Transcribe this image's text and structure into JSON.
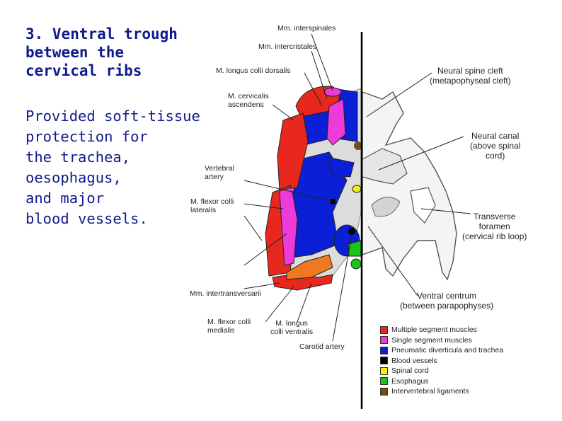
{
  "slide": {
    "title": "3. Ventral trough\nbetween the\ncervical ribs",
    "body": "Provided soft-tissue\nprotection for\nthe trachea,\noesophagus,\nand major\nblood vessels."
  },
  "labels": {
    "interspinales": "Mm. interspinales",
    "intercristales": "Mm. intercristales",
    "longus_dorsalis": "M. longus colli dorsalis",
    "cervicalis": "M. cervicalis\nascendens",
    "vertebral_artery": "Vertebral\nartery",
    "flexor_lateralis": "M. flexor colli\nlateralis",
    "intertransversarii": "Mm. intertransversarii",
    "flexor_medialis": "M. flexor colli\nmedialis",
    "longus_ventralis": "M. longus\ncolli ventralis",
    "carotid": "Carotid artery",
    "neural_spine": "Neural spine cleft\n(metapophyseal cleft)",
    "neural_canal": "Neural canal\n(above spinal\ncord)",
    "transverse": "Transverse\nforamen\n(cervical rib loop)",
    "ventral_centrum": "Ventral centrum\n(between parapophyses)"
  },
  "legend": [
    {
      "label": "Multiple segment muscles",
      "color": "#e8281e"
    },
    {
      "label": "Single segment muscles",
      "color": "#ee3ad8"
    },
    {
      "label": "Pneumatic diverticula and trachea",
      "color": "#0b1fd6"
    },
    {
      "label": "Blood vessels",
      "color": "#000000"
    },
    {
      "label": "Spinal cord",
      "color": "#f2f20a"
    },
    {
      "label": "Esophagus",
      "color": "#19c41c"
    },
    {
      "label": "Intervertebral ligaments",
      "color": "#6e5018"
    }
  ],
  "colors": {
    "text_blue": "#0f1a8c",
    "muscle_red": "#e8281e",
    "muscle_pink": "#ee3ad8",
    "pneumatic_blue": "#0b1fd6",
    "bone_gray": "#dcdcdc",
    "esophagus_green": "#19c41c",
    "spinal_yellow": "#f2f20a",
    "ligament_brown": "#6e5018",
    "orange_muscle": "#f07820"
  }
}
